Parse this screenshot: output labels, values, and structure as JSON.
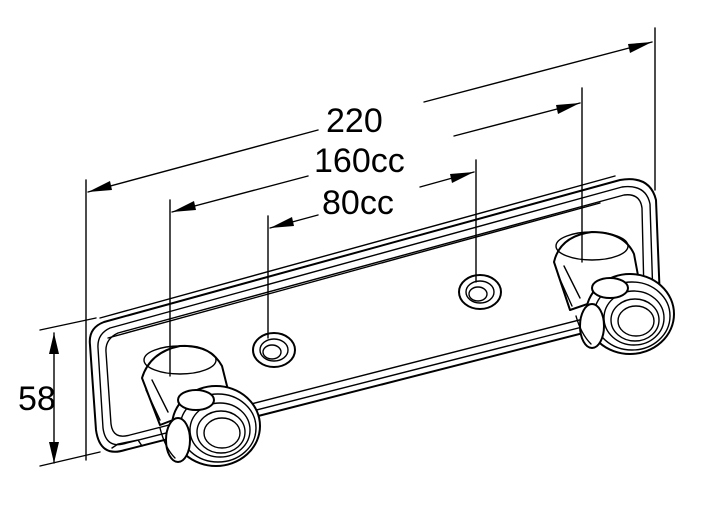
{
  "dimensions": {
    "overall_width": "220",
    "outer_outlet_spacing": "160cc",
    "inner_outlet_spacing": "80cc",
    "height": "58"
  },
  "colors": {
    "line": "#000000",
    "background": "#ffffff"
  },
  "icons": [
    "wall-plate",
    "threaded-outlet-left",
    "threaded-outlet-right",
    "mounting-hole-left",
    "mounting-hole-right"
  ]
}
